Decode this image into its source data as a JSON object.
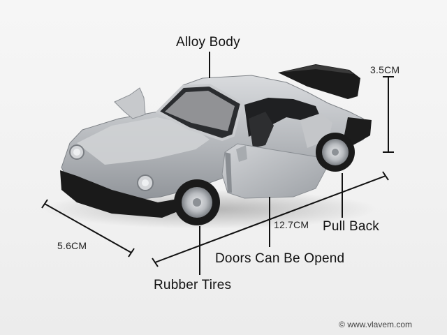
{
  "annotations": {
    "alloy_body": "Alloy Body",
    "height": "3.5CM",
    "width": "5.6CM",
    "length": "12.7CM",
    "pull_back": "Pull Back",
    "doors": "Doors Can Be Opend",
    "rubber_tires": "Rubber Tires"
  },
  "watermark": "© www.vlavem.com",
  "colors": {
    "body": "#b9bcc0",
    "body_shadow": "#8e9297",
    "trim": "#1a1a1a",
    "line": "#111111"
  }
}
